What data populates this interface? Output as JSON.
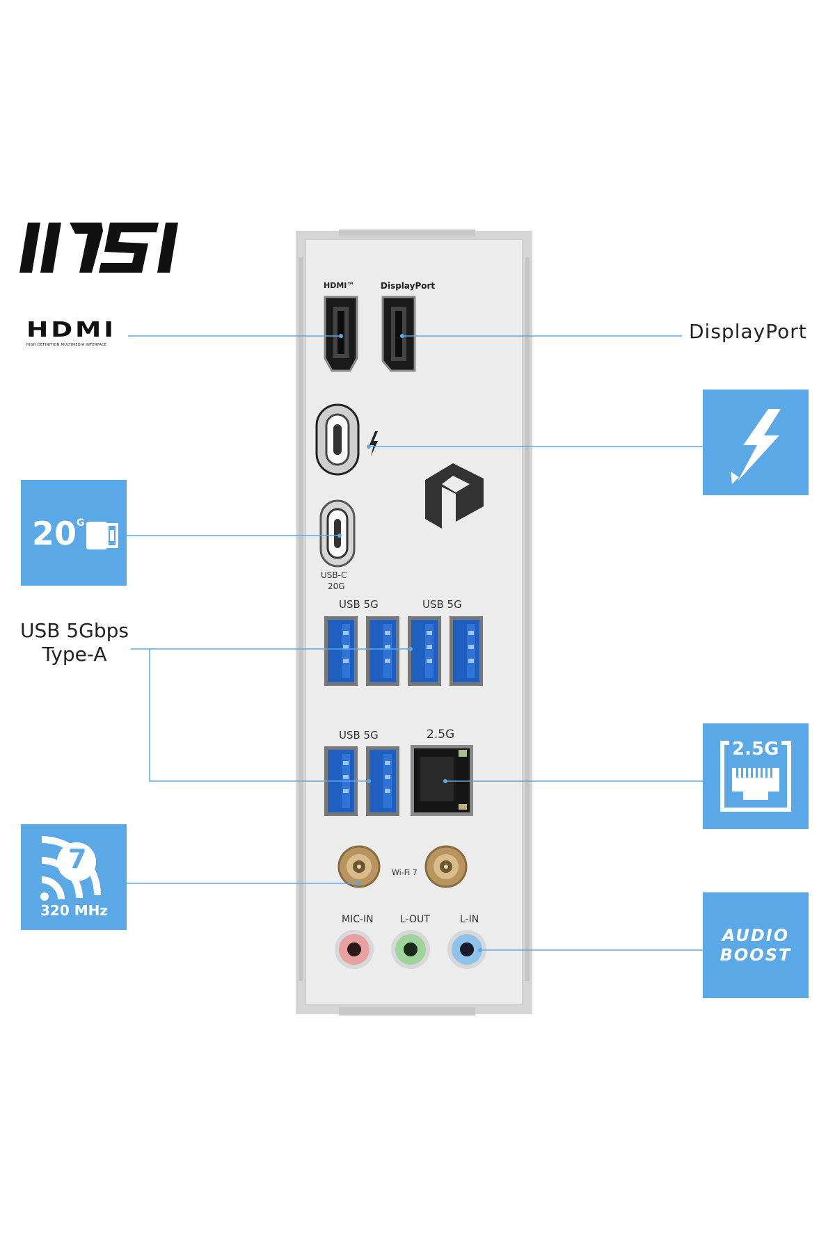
{
  "brand": {
    "logo": "MSI"
  },
  "labels": {
    "hdmi_logo": "HDMI",
    "hdmi_tagline": "HIGH DEFINITION MULTIMEDIA INTERFACE",
    "displayport": "DisplayPort",
    "usb_5gbps_line1": "USB 5Gbps",
    "usb_5gbps_line2": "Type-A"
  },
  "plate": {
    "hdmi_small": "HDMI™",
    "displayport_small": "DisplayPort",
    "usbc_label_1": "USB-C",
    "usbc_label_2": "20G",
    "usb_5g_a": "USB 5G",
    "usb_5g_b": "USB 5G",
    "usb_5g_c": "USB 5G",
    "lan": "2.5G",
    "wifi": "Wi-Fi 7",
    "mic_in": "MIC-IN",
    "line_out": "L-OUT",
    "line_in": "L-IN"
  },
  "badges": {
    "usb20g": {
      "value": "20",
      "unit": "G"
    },
    "lan": "2.5G",
    "wifi": {
      "gen": "7",
      "band": "320 MHz"
    },
    "audio": {
      "line1": "AUDIO",
      "line2": "BOOST"
    }
  },
  "colors": {
    "accent_blue": "#5aa8e6",
    "usb_blue": "#1f5fbf",
    "plate": "#ececec",
    "mic_pink": "#e9a0a0",
    "lineout_green": "#9fd49a",
    "linein_blue": "#8ec3ea"
  },
  "icons": [
    "thunderbolt-icon",
    "usb-drive-icon",
    "ethernet-icon",
    "wifi-icon",
    "msi-gaming-logo-icon"
  ]
}
